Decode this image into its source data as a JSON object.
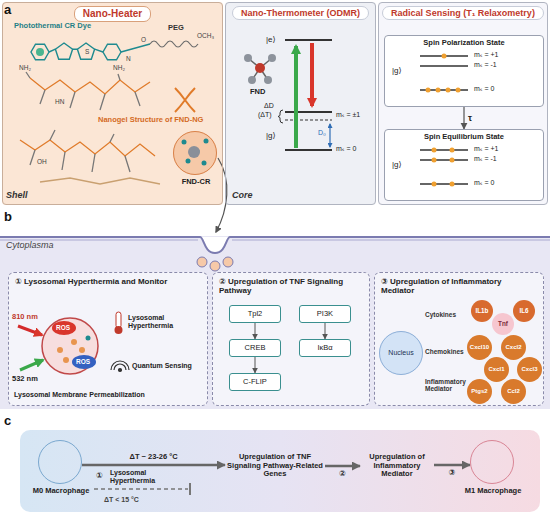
{
  "diagram": {
    "nodes": [
      {
        "text": [
          "Nano-Heater"
        ]
      },
      {
        "text": [
          "FND-CR"
        ],
        "in": 0
      },
      {
        "text": [
          "Nano-Thermometer (ODMR)"
        ]
      },
      {
        "text": [
          "Radical Sensing (T₁ Relaxometry)"
        ]
      },
      {
        "text": [
          "Spin Polarization State"
        ],
        "in": 3
      },
      {
        "text": [
          "Spin Equilibrium State"
        ],
        "in": 3
      },
      {
        "text": [
          "Cytoplasma"
        ]
      },
      {
        "text": [
          "① Lysosomal Hyperthermia and Monitor"
        ],
        "in": 6
      },
      {
        "text": [
          "② Upregulation of TNF Signaling Pathway"
        ],
        "in": 6
      },
      {
        "text": [
          "Tpl2"
        ],
        "in": 8
      },
      {
        "text": [
          "PI3K"
        ],
        "in": 8
      },
      {
        "text": [
          "CREB"
        ],
        "in": 8
      },
      {
        "text": [
          "IκBα"
        ],
        "in": 8
      },
      {
        "text": [
          "C-FLIP"
        ],
        "in": 8
      },
      {
        "text": [
          "③ Upregulation of Inflammatory Mediator"
        ],
        "in": 6
      },
      {
        "text": [
          "Nucleus"
        ],
        "in": 14
      },
      {
        "text": [
          "IL1b"
        ],
        "in": 14
      },
      {
        "text": [
          "Tnf"
        ],
        "in": 14
      },
      {
        "text": [
          "IL6"
        ],
        "in": 14
      },
      {
        "text": [
          "Cxcl10"
        ],
        "in": 14
      },
      {
        "text": [
          "Cxcl2"
        ],
        "in": 14
      },
      {
        "text": [
          "Cxcl1"
        ],
        "in": 14
      },
      {
        "text": [
          "Cxcl3"
        ],
        "in": 14
      },
      {
        "text": [
          "Ccl2"
        ],
        "in": 14
      },
      {
        "text": [
          "Ptgs2"
        ],
        "in": 14
      },
      {
        "text": [
          "M0 Macrophage"
        ]
      },
      {
        "text": [
          "Upregulation of TNF Signaling Pathway-Related Genes"
        ]
      },
      {
        "text": [
          "Upregulation of Inflammatory Mediator"
        ]
      },
      {
        "text": [
          "M1 Macrophage"
        ]
      }
    ],
    "edges": [
      {
        "from": 4,
        "to": 5,
        "arrow": "to",
        "label": "τ"
      },
      {
        "from": 9,
        "to": 11,
        "arrow": "to"
      },
      {
        "from": 10,
        "to": 12,
        "arrow": "to"
      },
      {
        "from": 11,
        "to": 13,
        "arrow": "to"
      },
      {
        "from": 25,
        "to": 26,
        "arrow": "to",
        "label": "ΔT ~ 23-26 °C"
      },
      {
        "from": 26,
        "to": 27,
        "arrow": "to",
        "label": "②"
      },
      {
        "from": 27,
        "to": 28,
        "arrow": "to",
        "label": "③"
      }
    ],
    "labels": [
      "a",
      "Photothermal CR Dye",
      "PEG",
      "OCH₃",
      "O",
      "S",
      "N",
      "NH₂",
      "NH₂",
      "HN",
      "OH",
      "Nanogel Structure of FND-NG",
      "Shell",
      "|e⟩",
      "FND",
      "ΔD",
      "(ΔT)",
      "|g⟩",
      "D₀",
      "mₛ = ±1",
      "mₛ = 0",
      "Core",
      "|g⟩",
      "mₛ = +1",
      "mₛ = -1",
      "mₛ = 0",
      "|g⟩",
      "mₛ = +1",
      "mₛ = -1",
      "mₛ = 0",
      "b",
      "810 nm",
      "ROS",
      "ROS",
      "Lysosomal Hyperthermia",
      "532 nm",
      "Quantum Sensing",
      "Lysosomal Membrane Permeabilization",
      "Cytokines",
      "Chemokines",
      "Inflammatory Mediator",
      "c",
      "①",
      "Lysosomal Hyperthermia",
      "ΔT < 15 °C"
    ]
  }
}
